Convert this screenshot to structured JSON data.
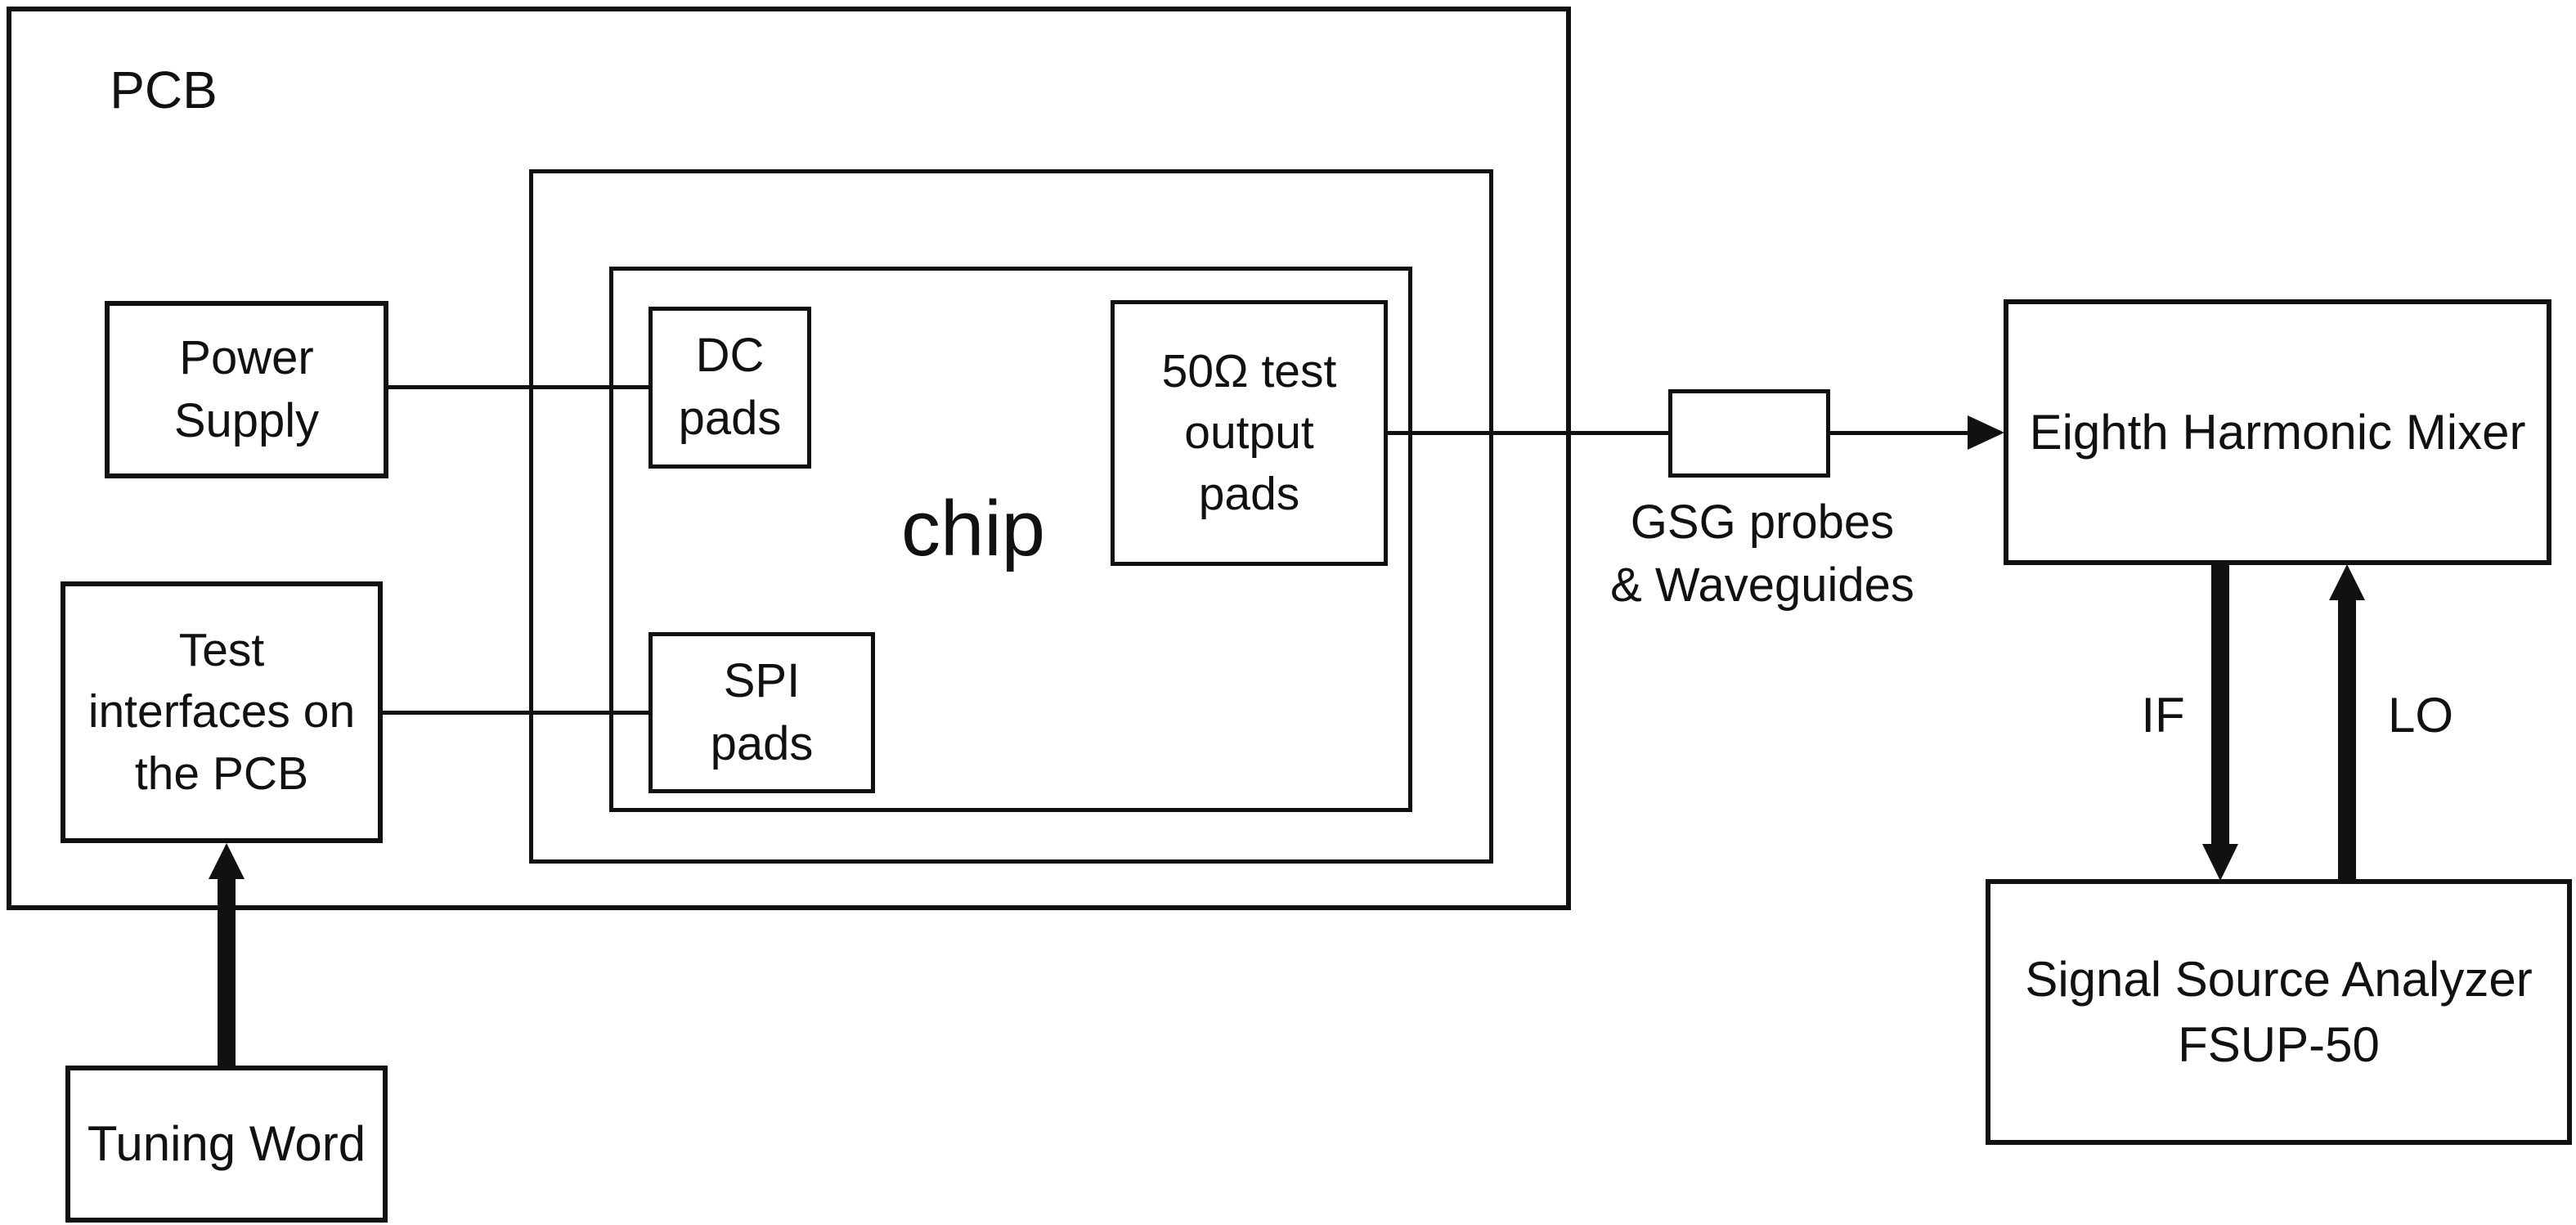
{
  "colors": {
    "line": "#111111",
    "text": "#111111",
    "background": "#ffffff"
  },
  "labels": {
    "pcb": "PCB",
    "power_supply": "Power\nSupply",
    "chip": "chip",
    "dc_pads": "DC\npads",
    "spi_pads": "SPI\npads",
    "test_output_pads": "50Ω test\noutput\npads",
    "test_interfaces": "Test\ninterfaces on\nthe PCB",
    "tuning_word": "Tuning Word",
    "gsg": "GSG probes\n& Waveguides",
    "mixer": "Eighth Harmonic Mixer",
    "ssa": "Signal Source Analyzer\nFSUP-50",
    "if": "IF",
    "lo": "LO"
  }
}
